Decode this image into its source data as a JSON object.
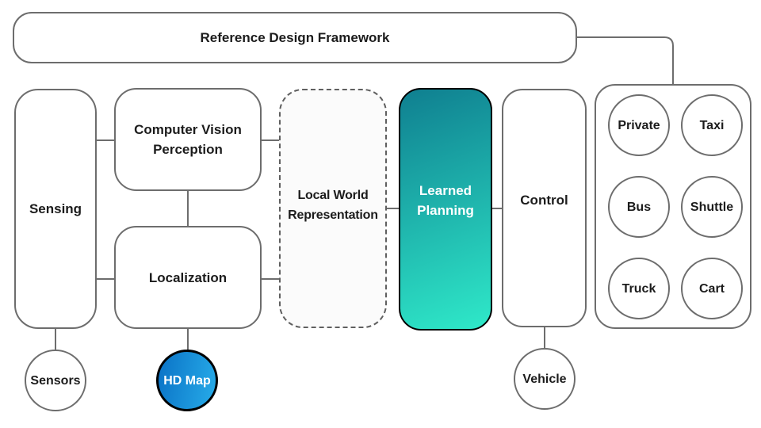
{
  "colors": {
    "line": "#6d6d6d",
    "dash-line": "#5f5f5f",
    "text": "#1c1c1c",
    "node-bg": "#ffffff",
    "dashed-bg": "#fbfbfb",
    "planning-grad-start": "#0f7f90",
    "planning-grad-end": "#2fe9c9",
    "planning-border": "#000000",
    "hdmap-grad-start": "#0a72c6",
    "hdmap-grad-end": "#27ace9",
    "hdmap-border": "#000000",
    "light-text": "#ffffff"
  },
  "header": {
    "title": "Reference Design Framework"
  },
  "pipeline": {
    "sensing": {
      "label": "Sensing"
    },
    "perception": {
      "line1": "Computer Vision",
      "line2": "Perception"
    },
    "localization": {
      "label": "Localization"
    },
    "local_world": {
      "line1": "Local World",
      "line2": "Representation"
    },
    "planning": {
      "line1": "Learned",
      "line2": "Planning"
    },
    "control": {
      "label": "Control"
    }
  },
  "inputs": {
    "sensors": {
      "label": "Sensors"
    },
    "hd_map": {
      "label": "HD Map"
    },
    "vehicle": {
      "label": "Vehicle"
    }
  },
  "vehicle_types": {
    "items": [
      {
        "label": "Private"
      },
      {
        "label": "Taxi"
      },
      {
        "label": "Bus"
      },
      {
        "label": "Shuttle"
      },
      {
        "label": "Truck"
      },
      {
        "label": "Cart"
      }
    ]
  }
}
